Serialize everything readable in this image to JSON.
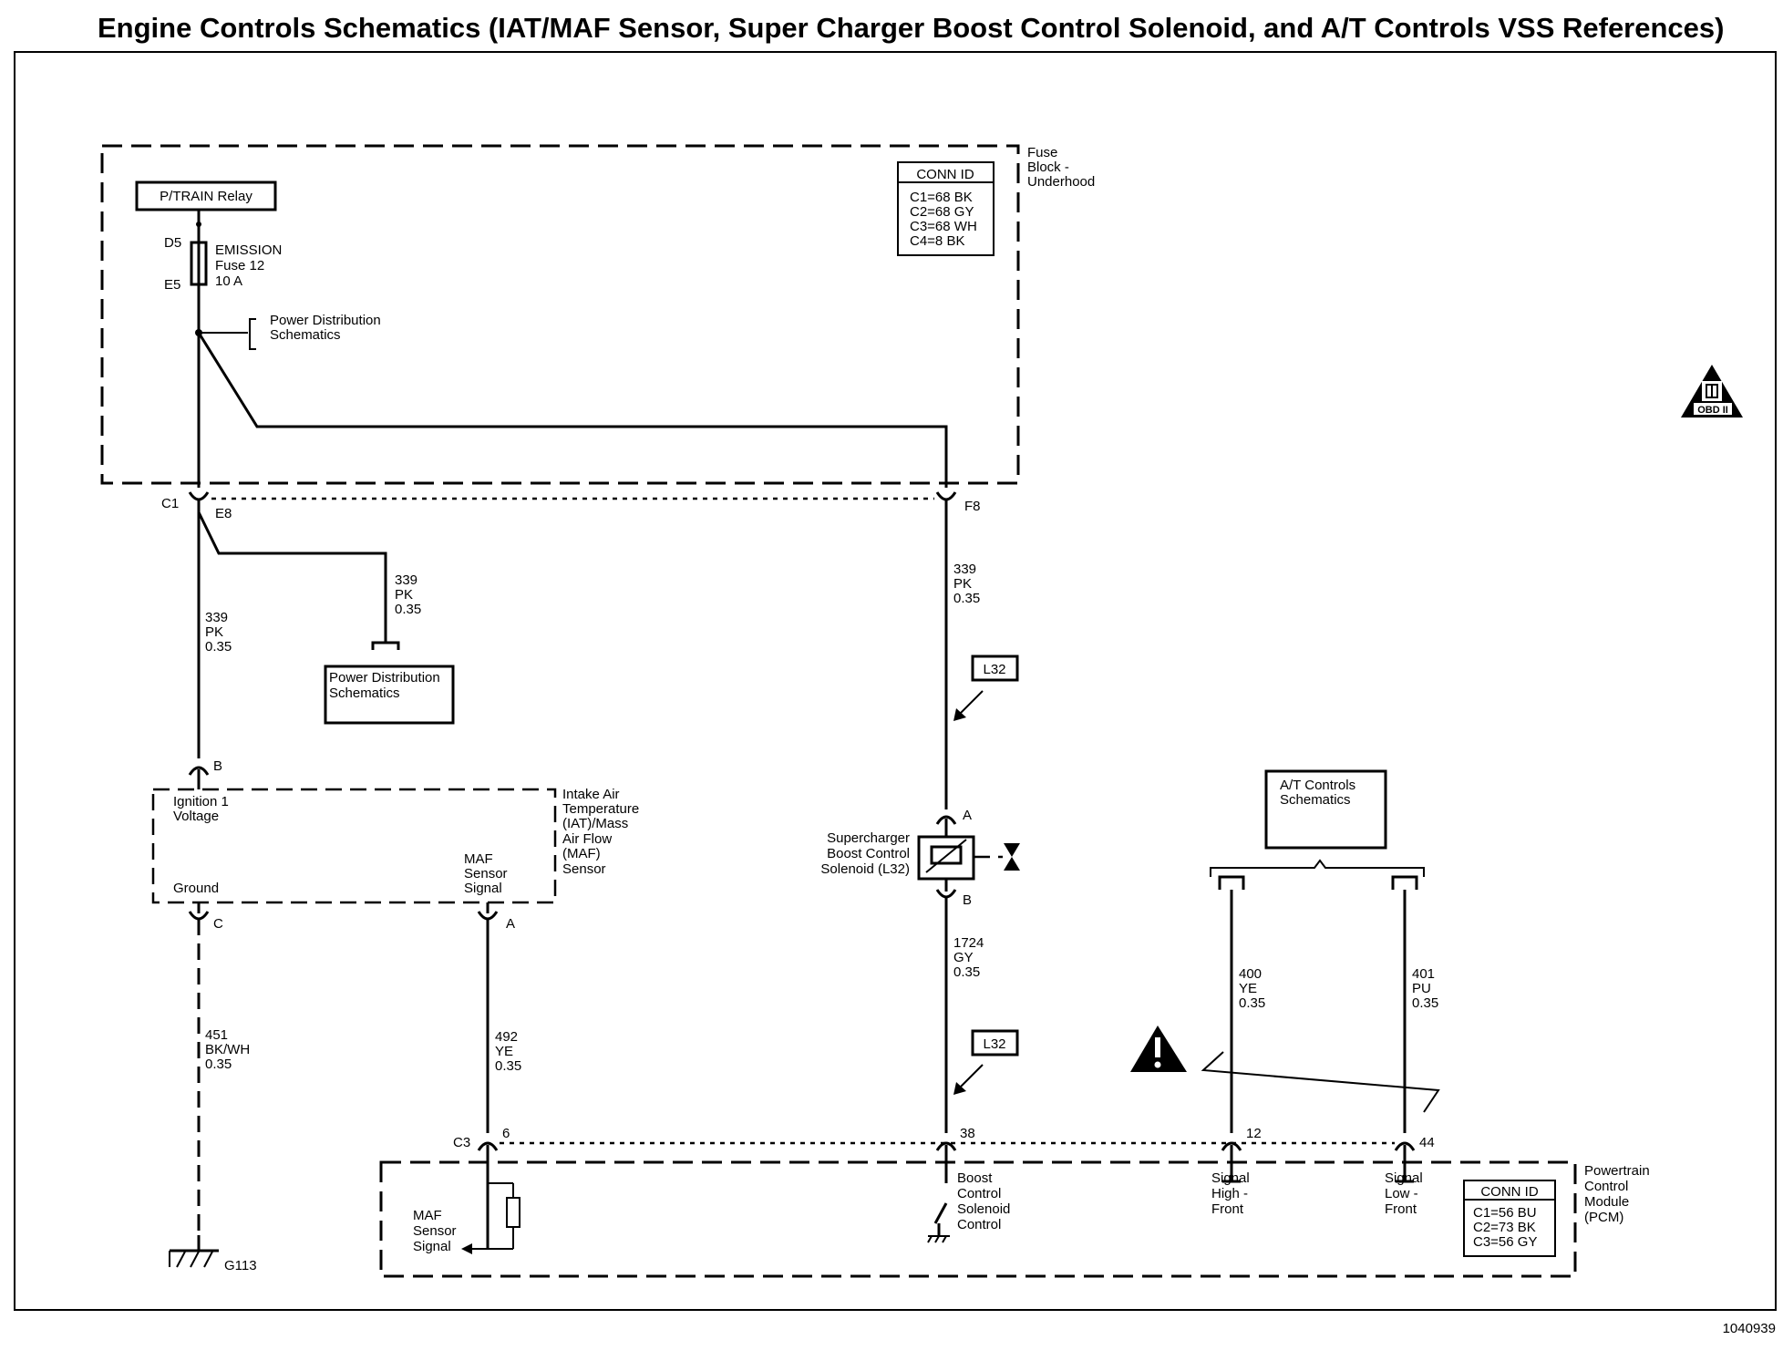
{
  "title": "Engine Controls Schematics (IAT/MAF Sensor, Super Charger Boost Control Solenoid, and A/T Controls VSS References)",
  "figure_id": "1040939",
  "fuse_block": {
    "name": [
      "Fuse",
      "Block -",
      "Underhood"
    ],
    "conn_id": {
      "title": "CONN ID",
      "lines": [
        "C1=68 BK",
        "C2=68 GY",
        "C3=68 WH",
        "C4=8 BK"
      ]
    },
    "relay": "P/TRAIN Relay",
    "fuse_pins": {
      "top": "D5",
      "bottom": "E5"
    },
    "fuse_label": [
      "EMISSION",
      "Fuse 12",
      "10 A"
    ],
    "power_dist_ref": [
      "Power Distribution",
      "Schematics"
    ],
    "pins": {
      "c1": "C1",
      "e8": "E8",
      "f8": "F8"
    }
  },
  "power_dist_box": [
    "Power Distribution",
    "Schematics"
  ],
  "wires": {
    "w339_a": [
      "339",
      "PK",
      "0.35"
    ],
    "w339_b": [
      "339",
      "PK",
      "0.35"
    ],
    "w339_c": [
      "339",
      "PK",
      "0.35"
    ],
    "w451": [
      "451",
      "BK/WH",
      "0.35"
    ],
    "w492": [
      "492",
      "YE",
      "0.35"
    ],
    "w1724": [
      "1724",
      "GY",
      "0.35"
    ],
    "w400": [
      "400",
      "YE",
      "0.35"
    ],
    "w401": [
      "401",
      "PU",
      "0.35"
    ]
  },
  "option_tag": "L32",
  "iat_maf": {
    "name": [
      "Intake Air",
      "Temperature",
      "(IAT)/Mass",
      "Air Flow",
      "(MAF)",
      "Sensor"
    ],
    "ign_label": [
      "Ignition 1",
      "Voltage"
    ],
    "ground_label": "Ground",
    "signal_label": [
      "MAF",
      "Sensor",
      "Signal"
    ],
    "pins": {
      "b": "B",
      "c": "C",
      "a": "A"
    }
  },
  "ground": "G113",
  "solenoid": {
    "name": [
      "Supercharger",
      "Boost Control",
      "Solenoid (L32)"
    ],
    "pins": {
      "a": "A",
      "b": "B"
    }
  },
  "at_controls": [
    "A/T Controls",
    "Schematics"
  ],
  "obd_badge": "OBD II",
  "pcm": {
    "name": [
      "Powertrain",
      "Control",
      "Module",
      "(PCM)"
    ],
    "conn_id": {
      "title": "CONN ID",
      "lines": [
        "C1=56 BU",
        "C2=73 BK",
        "C3=56 GY"
      ]
    },
    "pins": {
      "c3": "C3",
      "p6": "6",
      "p38": "38",
      "p12": "12",
      "p44": "44"
    },
    "maf_signal": [
      "MAF",
      "Sensor",
      "Signal"
    ],
    "boost_ctrl": [
      "Boost",
      "Control",
      "Solenoid",
      "Control"
    ],
    "sig_high": [
      "Signal",
      "High -",
      "Front"
    ],
    "sig_low": [
      "Signal",
      "Low -",
      "Front"
    ]
  }
}
